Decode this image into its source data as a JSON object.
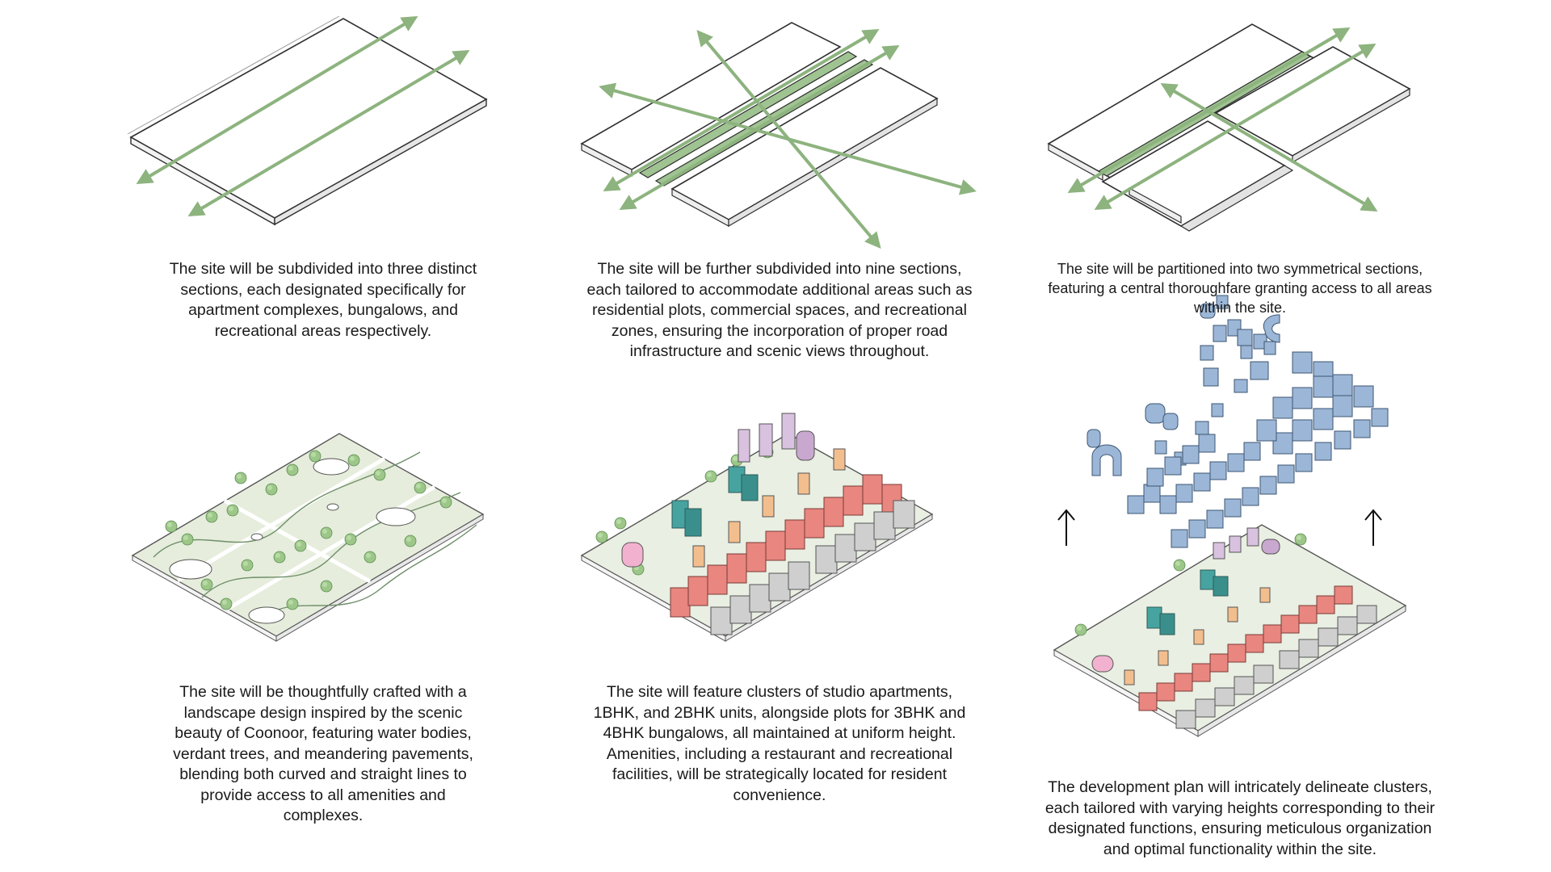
{
  "colors": {
    "arrow_green": "#8db37e",
    "outline": "#3a3a3a",
    "landscape": "#e6eddc",
    "tree": "#8fbf7a",
    "apartments_studio": "#e8867f",
    "apartments_1bhk": "#46a3a0",
    "bungalow_grey": "#cfcfcf",
    "bungalow_orange": "#f3be8e",
    "restaurant_purple": "#c9a8d0",
    "recreation_pink": "#f2b2cf",
    "blue_cluster": "#9bb6d6"
  },
  "captions": {
    "step1": "The site will be subdivided into three distinct\nsections, each designated specifically for\napartment complexes, bungalows, and\nrecreational areas respectively.",
    "step2": "The site will be further subdivided into nine sections,\neach tailored to accommodate additional areas such as\nresidential plots, commercial spaces, and recreational\nzones, ensuring the incorporation of proper road\ninfrastructure and scenic views throughout.",
    "step3": "The site will be partitioned into two symmetrical sections,\nfeaturing a central thoroughfare granting access to all areas\nwithin the site.",
    "step4": "The site will be thoughtfully crafted with a\nlandscape design inspired by the scenic\nbeauty of Coonoor, featuring water bodies,\nverdant trees, and meandering pavements,\nblending both curved and straight lines to\nprovide access to all amenities and\ncomplexes.",
    "step5": "The site will feature clusters of studio apartments,\n1BHK, and 2BHK units, alongside plots for 3BHK and\n4BHK bungalows, all maintained at uniform height.\nAmenities, including a restaurant and recreational\nfacilities, will be strategically located for resident\nconvenience.",
    "step6": "The development plan will intricately delineate clusters,\neach tailored with varying heights corresponding to their\ndesignated functions, ensuring meticulous organization\nand optimal functionality within the site."
  },
  "icons": {
    "up_arrow_left": "arrow-up-icon",
    "up_arrow_right": "arrow-up-icon"
  }
}
